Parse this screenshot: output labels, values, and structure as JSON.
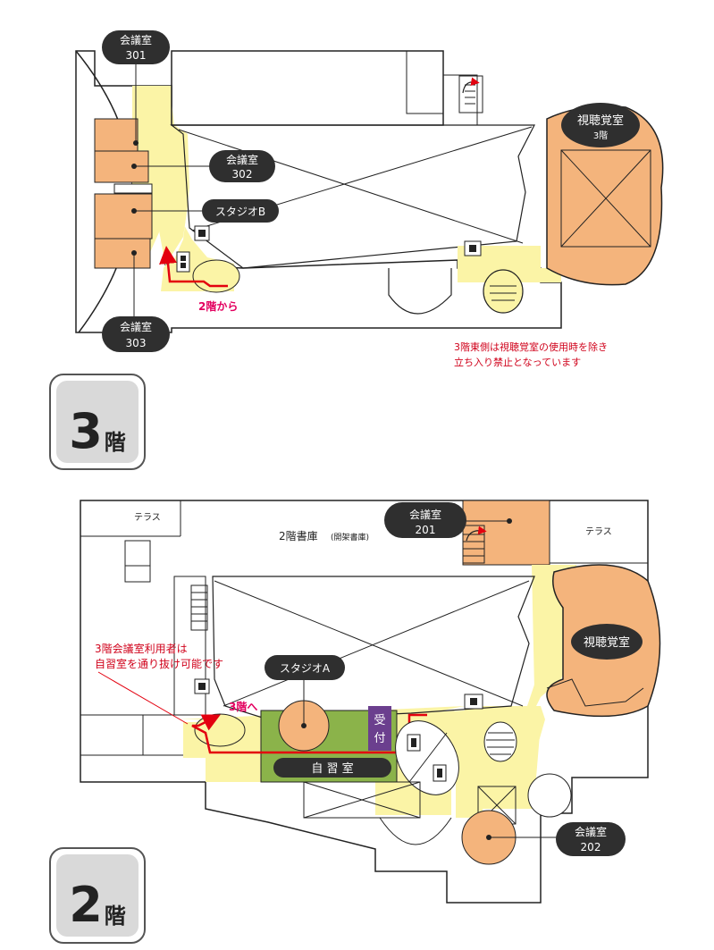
{
  "colors": {
    "corridor": "#fbf4a6",
    "room": "#f4b47c",
    "study": "#8bb34a",
    "pill": "#2f2f2f",
    "route": "#e3000f",
    "reception": "#6b3f8e",
    "note": "#d0021b",
    "wall": "#222222"
  },
  "floor3": {
    "badge_num": "3",
    "badge_kai": "階",
    "labels": {
      "room301_name": "会議室",
      "room301_num": "301",
      "room302_name": "会議室",
      "room302_num": "302",
      "studio_b": "スタジオB",
      "room303_name": "会議室",
      "room303_num": "303",
      "av_room_name": "視聴覚室",
      "av_room_floor": "3階",
      "from_2f": "2階から"
    },
    "note_lines": [
      "3階東側は視聴覚室の使用時を除き",
      "立ち入り禁止となっています"
    ]
  },
  "floor2": {
    "badge_num": "2",
    "badge_kai": "階",
    "labels": {
      "terrace_left": "テラス",
      "library_main": "2階書庫",
      "library_sub": "(開架書庫)",
      "room201_name": "会議室",
      "room201_num": "201",
      "terrace_right": "テラス",
      "av_room_name": "視聴覚室",
      "studio_a": "スタジオA",
      "to_3f": "3階へ",
      "reception_1": "受",
      "reception_2": "付",
      "study_room": "自 習 室",
      "room202_name": "会議室",
      "room202_num": "202"
    },
    "note_lines": [
      "3階会議室利用者は",
      "自習室を通り抜け可能です"
    ]
  },
  "icons": [
    "toilet-icon",
    "elevator-icon",
    "staircase-icon",
    "spiral-stair-icon",
    "route-arrow-icon"
  ]
}
